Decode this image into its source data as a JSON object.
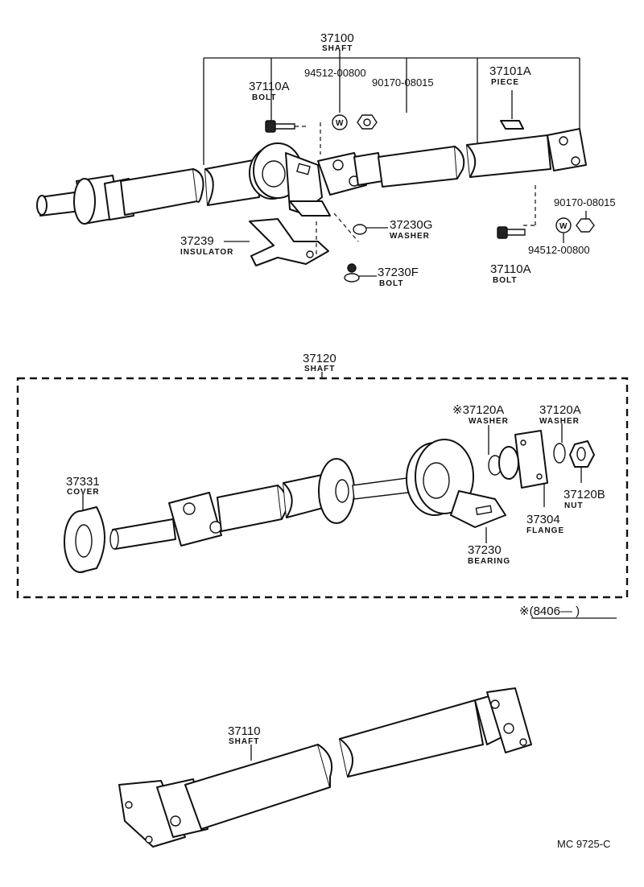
{
  "top_group": {
    "shaft": {
      "number": "37100",
      "name": "SHAFT"
    },
    "bolt_left": {
      "number": "37110A",
      "name": "BOLT"
    },
    "washer_code_top": "94512-00800",
    "nut_code_top": "90170-08015",
    "piece": {
      "number": "37101A",
      "name": "PIECE"
    },
    "nut_code_right": "90170-08015",
    "washer_code_right": "94512-00800",
    "bolt_right": {
      "number": "37110A",
      "name": "BOLT"
    },
    "washer_g": {
      "number": "37230G",
      "name": "WASHER"
    },
    "insulator": {
      "number": "37239",
      "name": "INSULATOR"
    },
    "bolt_f": {
      "number": "37230F",
      "name": "BOLT"
    },
    "washer_mark": "W"
  },
  "middle_group": {
    "shaft": {
      "number": "37120",
      "name": "SHAFT"
    },
    "cover": {
      "number": "37331",
      "name": "COVER"
    },
    "washer_star": {
      "number": "※37120A",
      "name": "WASHER"
    },
    "washer": {
      "number": "37120A",
      "name": "WASHER"
    },
    "nut": {
      "number": "37120B",
      "name": "NUT"
    },
    "flange": {
      "number": "37304",
      "name": "FLANGE"
    },
    "bearing": {
      "number": "37230",
      "name": "BEARING"
    },
    "note": "※(8406―     )"
  },
  "bottom_group": {
    "shaft": {
      "number": "37110",
      "name": "SHAFT"
    }
  },
  "footer_code": "MC  9725-C"
}
